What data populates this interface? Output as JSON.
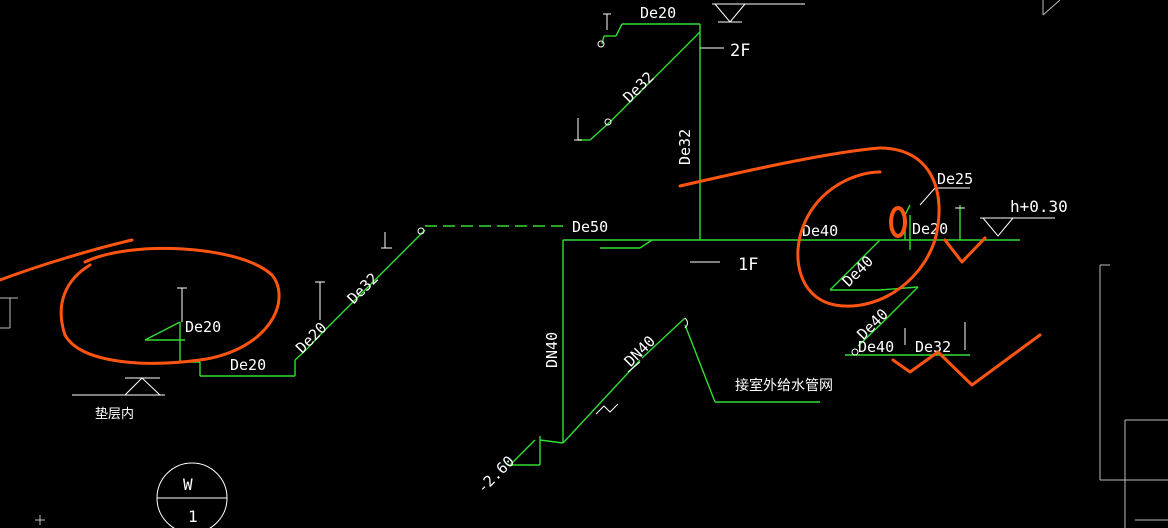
{
  "colors": {
    "background": "#000000",
    "pipe": "#33dd33",
    "text": "#ffffff",
    "markup": "#ff5511",
    "frame": "#ffffff"
  },
  "labels": {
    "de20_top": "De20",
    "floor_2f": "2F",
    "de32_upper_diag": "De32",
    "de32_riser": "De32",
    "de25": "De25",
    "h_elev": "h+0.30",
    "de40_right": "De40",
    "de20_right": "De20",
    "de40_diag_a": "De40",
    "de40_diag_b": "De40",
    "de40_low": "De40",
    "de32_low": "De32",
    "de50": "De50",
    "floor_1f": "1F",
    "de32_left_diag": "De32",
    "de20_left_diag": "De20",
    "de20_left": "De20",
    "de20_bottom": "De20",
    "left_floor_note": "垫层内",
    "dn40_vertical": "DN40",
    "dn40_diag": "DN40",
    "outdoor_note": "接室外给水管网",
    "elev_minus": "-2.60",
    "axis_letter": "W",
    "axis_number": "1"
  }
}
